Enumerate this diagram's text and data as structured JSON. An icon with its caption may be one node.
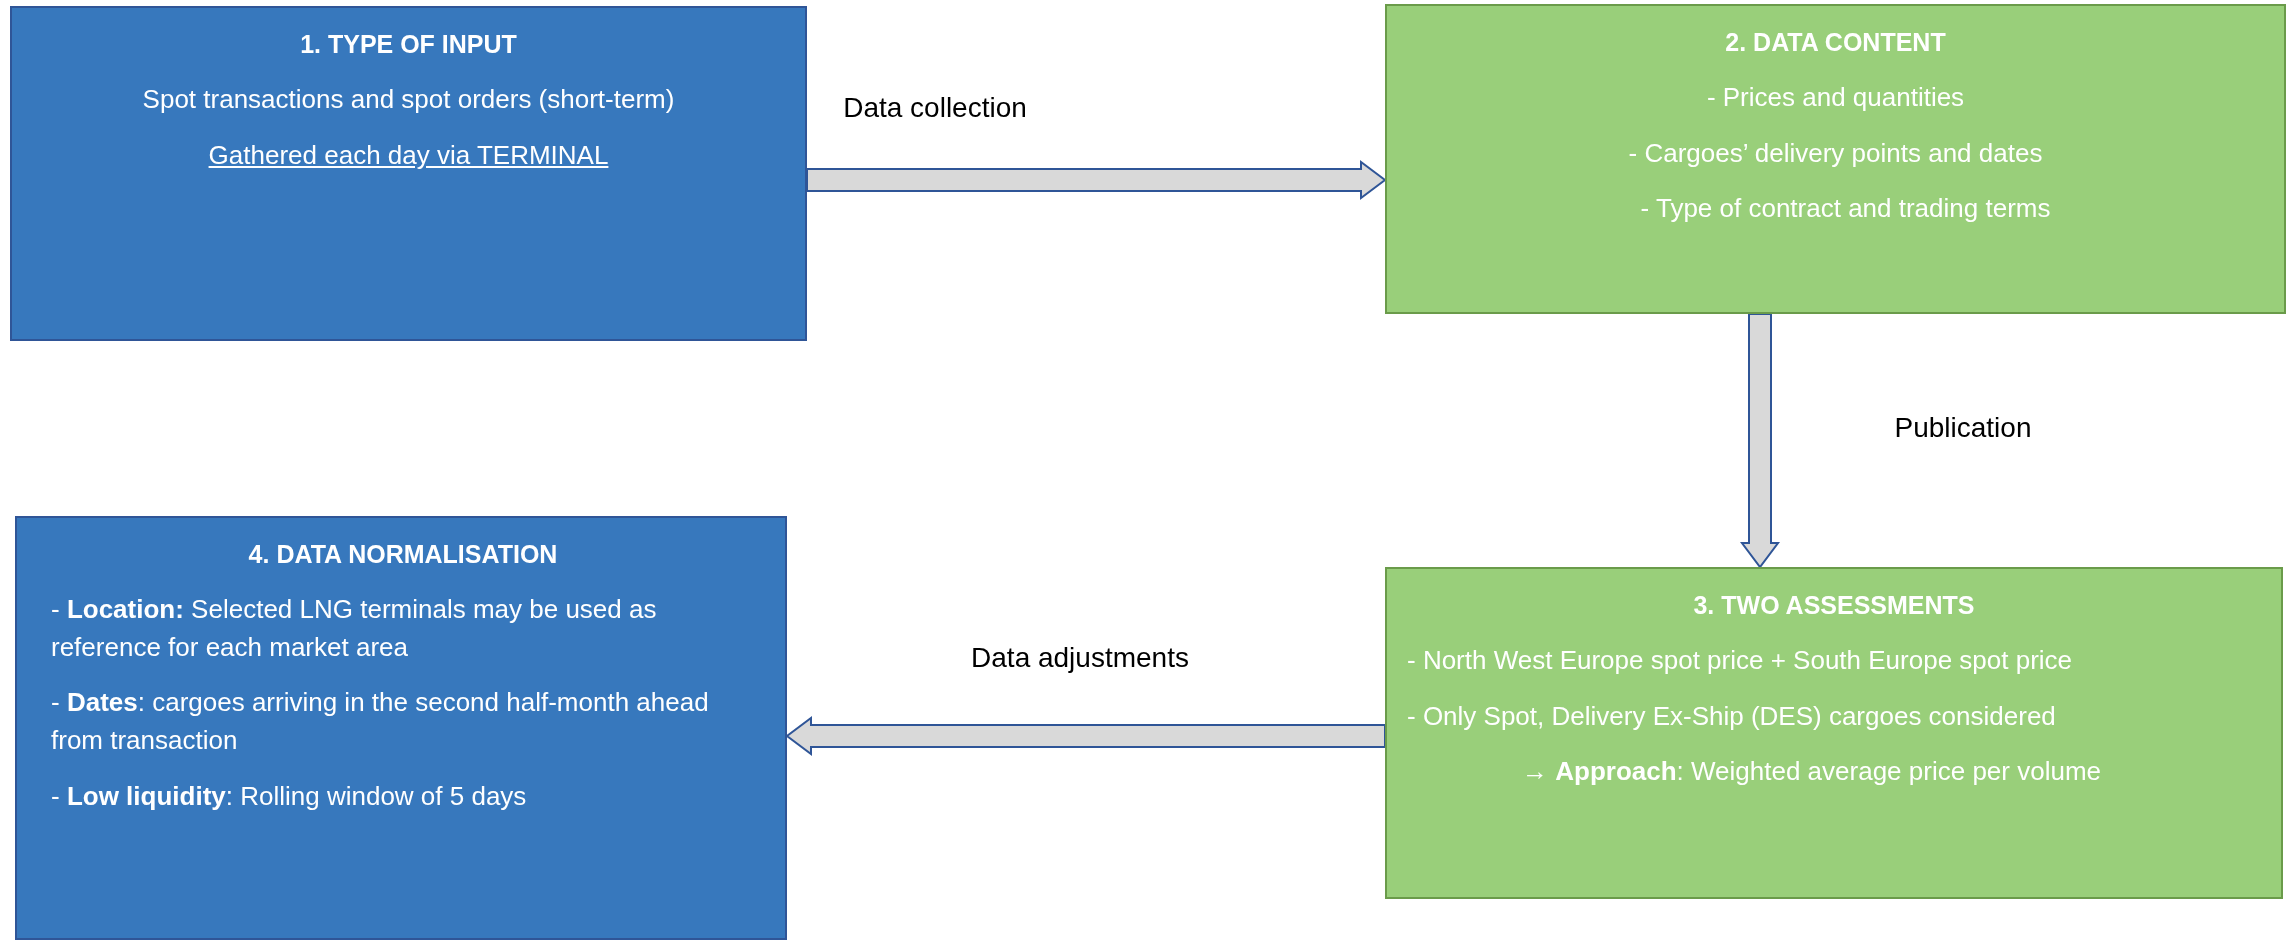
{
  "diagram": {
    "nodes": [
      {
        "text": [
          "1. TYPE OF INPUT",
          "Spot transactions and spot orders (short-term)",
          "Gathered each day via TERMINAL"
        ]
      },
      {
        "text": [
          "2. DATA CONTENT",
          "- Prices and quantities",
          "- Cargoes’ delivery points and dates",
          "- Type of contract and trading terms"
        ]
      },
      {
        "text": [
          "3. TWO ASSESSMENTS",
          "- North West Europe spot price + South Europe spot price",
          "- Only Spot, Delivery Ex-Ship (DES) cargoes considered",
          "→ **Approach**: Weighted average price per volume"
        ]
      },
      {
        "text": [
          "4. DATA NORMALISATION",
          "- **Location:** Selected LNG terminals may be used as reference for each market area",
          "- **Dates**: cargoes arriving in the second half-month ahead from transaction",
          "- **Low liquidity**: Rolling window of 5 days"
        ]
      }
    ],
    "edges": [
      {
        "from": 0,
        "to": 1,
        "arrow": "to",
        "label": "Data collection"
      },
      {
        "from": 1,
        "to": 2,
        "arrow": "to",
        "label": "Publication"
      },
      {
        "from": 2,
        "to": 3,
        "arrow": "to",
        "label": "Data adjustments"
      }
    ]
  }
}
